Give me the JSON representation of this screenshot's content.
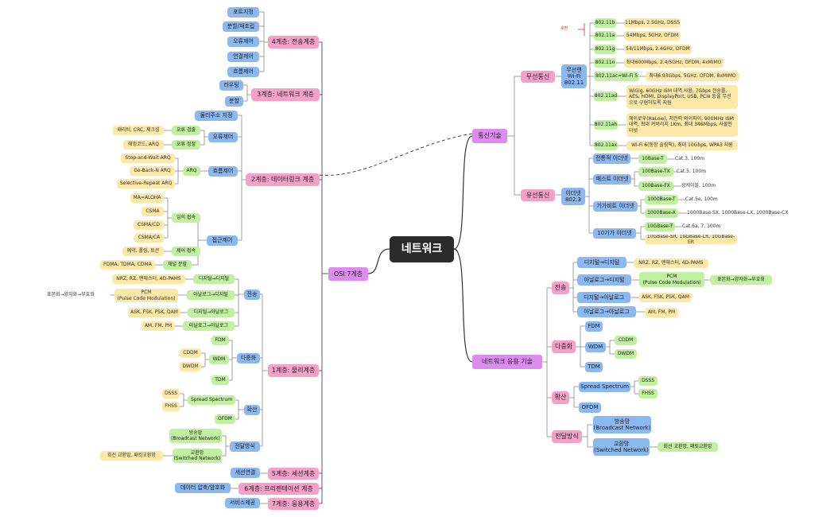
{
  "central_topic": "네트워크",
  "colors": {
    "main": "#dc8cf0",
    "layer": "#f5a0c8",
    "blue": "#8cb8f0",
    "green": "#c0f0a0",
    "yellow": "#fde8a8"
  },
  "left": {
    "osi": "OSI 7계층",
    "l4": {
      "title": "4계층: 전송계층",
      "items": [
        "포트지정",
        "분할/재조립",
        "오류제어",
        "연결제어",
        "흐름제어"
      ]
    },
    "l3": {
      "title": "3계층: 네트워크 계층",
      "items": [
        "라우팅",
        "분할"
      ]
    },
    "l2": {
      "title": "2계층: 데이터링크 계층",
      "phys_addr": "물리주소 지정",
      "error_ctrl": "오류제어",
      "err_detect": "오류 검출",
      "err_detect_desc": "패리티, CRC, 체크섬",
      "err_correct": "오류 정정",
      "err_correct_desc": "해밍코드, ARQ",
      "flow_ctrl": "흐름제어",
      "arq": "ARQ",
      "arq_types": [
        "Stop-and-Wait ARQ",
        "Go-Back-N ARQ",
        "Selective-Repeat ARQ"
      ],
      "access_ctrl": "접근제어",
      "random_access": "임의 접속",
      "random_items": [
        "MA=ALOHA",
        "CSMA",
        "CSMA/CD",
        "CSMA/CA"
      ],
      "controlled_access": "제어 접속",
      "controlled_desc": "예약, 폴링, 토큰",
      "channel_split": "채널 분할",
      "channel_desc": "FDMA, TDMA, CDMA"
    },
    "l1": {
      "title": "1계층: 물리계층",
      "transmission": "전송",
      "dd": "디지털→디지털",
      "dd_desc": "NRZ, RZ, 맨체스터, 4D-PAM5",
      "ad": "아날로그→디지털",
      "pcm": "PCM\n(Pulse Code Modulation)",
      "pcm_desc": "표본화→양자화→부호화",
      "da": "디지털→아날로그",
      "da_desc": "ASK, FSK, PSK, QAM",
      "aa": "아날로그→아날로그",
      "aa_desc": "AM, FM, PM",
      "mux": "다중화",
      "fdm": "FDM",
      "wdm": "WDM",
      "cddm": "CDDM",
      "dwdm": "DWDM",
      "tdm": "TDM",
      "spread": "확산",
      "ss": "Spread Spectrum",
      "dsss": "DSSS",
      "fhss": "FHSS",
      "ofdm": "OFDM",
      "method": "전달방식",
      "broadcast": "방송망\n(Broadcast Network)",
      "switched": "교환망\n(Switched Network)",
      "switched_desc": "회선 교환망, 패킷교환망"
    },
    "l5": {
      "title": "5계층: 세션계층",
      "item": "세션연결"
    },
    "l6": {
      "title": "6계층: 프리젠테이션 계층",
      "item": "데이터 압축/암호화"
    },
    "l7": {
      "title": "7계층: 응용계층",
      "item": "서비스제공"
    }
  },
  "right": {
    "comm": {
      "title": "통신기술",
      "wireless": "무선통신",
      "wifi": "무선랜\nWi-Fi\n802.11",
      "wifi_items": [
        {
          "std": "802.11b",
          "desc": "11Mbps, 2.5GHz, DSSS"
        },
        {
          "std": "802.11a",
          "desc": "54Mbps, 5GHz, OFDM"
        },
        {
          "std": "802.11g",
          "desc": "54/11Mbps, 2.4GHz, OFDM"
        },
        {
          "std": "802.11n",
          "desc": "최대600Mbps, 2.4/5GHz, OFDM, 4xMIMO"
        },
        {
          "std": "802.11ac=Wi-Fi 5",
          "desc": "최대6.93Gbps, 5GHz, OFDM, 8xMIMO"
        },
        {
          "std": "802.11ad",
          "desc": "WiGig, 60GHz ISM 대역 사용, 7Gbps 전송률, AES, HDMI, DisplayPort, USB, PCIe 등을 무선으로 구현하도록 지원"
        },
        {
          "std": "802.11ah",
          "desc": "헤이로우(HaLow), 저전력 와이파이, 900MHz ISM 대역, 최대 커버리지 1Km, 최대 346Mbps, 사물인터넷"
        },
        {
          "std": "802.11ax",
          "desc": "Wi-Fi 6(동창 솔림픽), 최대 10Gbps, WPA3 지원"
        }
      ],
      "tag": "호환",
      "wired": "유선통신",
      "ethernet": "이더넷\n802.3",
      "legacy": "전통적 이더넷",
      "b10t": "10Base-T",
      "b10t_desc": "Cat.3, 100m",
      "fast": "패스트 이더넷",
      "b100tx": "100Base-TX",
      "b100tx_desc": "Cat.5, 100m",
      "b100fx": "100Base-FX",
      "b100fx_desc": "광케이블, 100m",
      "giga": "기가비트 이더넷",
      "b1000t": "1000Base-T",
      "b1000t_desc": "Cat.5e, 100m",
      "b1000x": "1000Base-X",
      "b1000x_desc": "1000Base-SX, 1000Base-LX, 1000Base-CX",
      "tengig": "10기가 이더넷",
      "b10gt": "10GBase-T",
      "b10gt_desc": "Cat.6a, 7, 100m",
      "b10g_other": "10GBase-SR, 10GBase-LR, 10GBase-ER"
    },
    "app": {
      "title": "네트워크 응용 기술",
      "transmission": "전송",
      "dd": "디지털→디지털",
      "dd_desc": "NRZ, RZ, 맨체스터, 4D-PAM5",
      "ad": "아날로그→디지털",
      "pcm": "PCM\n(Pulse Code Modulation)",
      "pcm_desc": "표본화→양자화→부호화",
      "da": "디지털→아날로그",
      "da_desc": "ASK, FSK, PSK, QAM",
      "aa": "아날로그→아날로그",
      "aa_desc": "AM, FM, PM",
      "mux": "다중화",
      "fdm": "FDM",
      "wdm": "WDM",
      "cddm": "CDDM",
      "dwdm": "DWDM",
      "tdm": "TDM",
      "spread": "확산",
      "ss": "Spread Spectrum",
      "dsss": "DSSS",
      "fhss": "FHSS",
      "ofdm": "OFDM",
      "method": "전달방식",
      "broadcast": "방송망\n(Broadcast Network)",
      "switched": "교환망\n(Switched Network)",
      "switched_desc": "회선 교환망, 패킷교환망"
    }
  }
}
